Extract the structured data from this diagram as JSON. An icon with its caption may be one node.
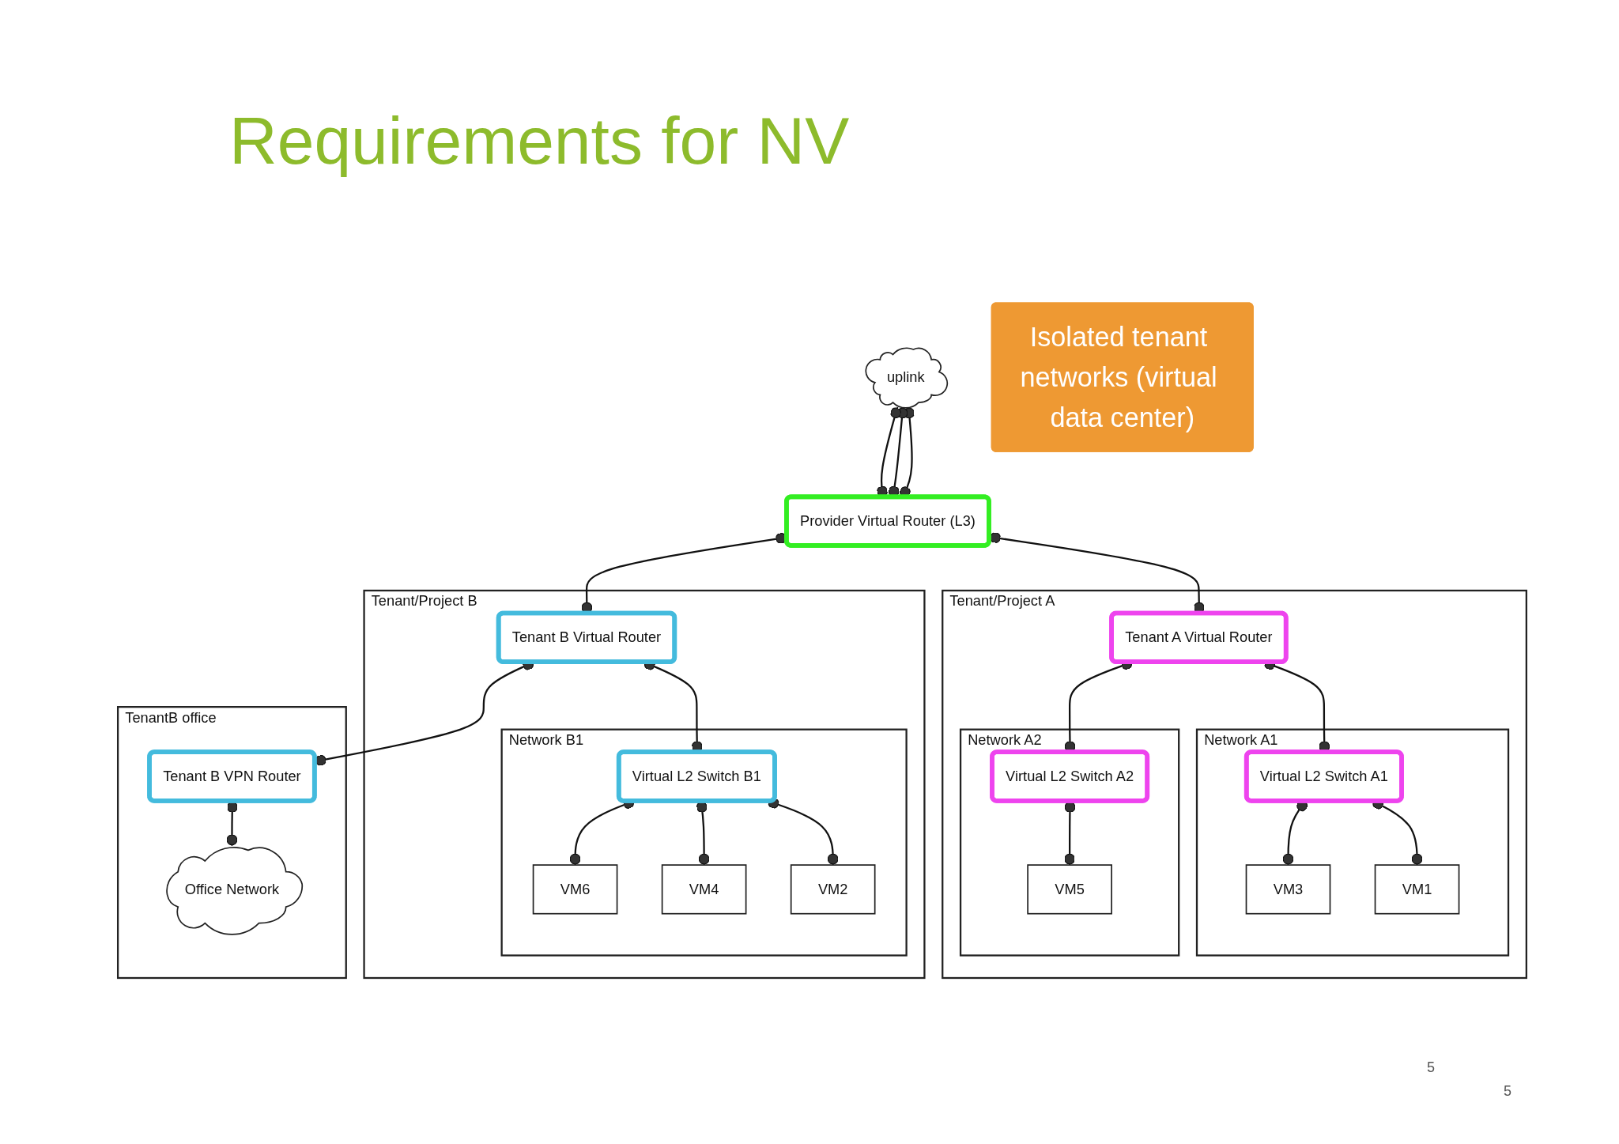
{
  "diagram": {
    "title": "Requirements for NV",
    "nodes": [
      {
        "text": [
          "uplink"
        ]
      },
      {
        "text": [
          "Provider Virtual Router (L3)"
        ]
      },
      {
        "text": [
          "Isolated tenant networks (virtual data center)"
        ]
      },
      {
        "text": [
          "Tenant/Project A"
        ]
      },
      {
        "text": [
          "Tenant A Virtual Router"
        ],
        "in": 3
      },
      {
        "text": [
          "Network A1"
        ],
        "in": 3
      },
      {
        "text": [
          "Virtual L2 Switch A1"
        ],
        "in": 5
      },
      {
        "text": [
          "VM1"
        ],
        "in": 5
      },
      {
        "text": [
          "VM3"
        ],
        "in": 5
      },
      {
        "text": [
          "Network A2"
        ],
        "in": 3
      },
      {
        "text": [
          "Virtual L2 Switch A2"
        ],
        "in": 9
      },
      {
        "text": [
          "VM5"
        ],
        "in": 9
      },
      {
        "text": [
          "Tenant/Project B"
        ]
      },
      {
        "text": [
          "Tenant B Virtual Router"
        ],
        "in": 12
      },
      {
        "text": [
          "Network B1"
        ],
        "in": 12
      },
      {
        "text": [
          "Virtual L2 Switch B1"
        ],
        "in": 14
      },
      {
        "text": [
          "VM2"
        ],
        "in": 14
      },
      {
        "text": [
          "VM4"
        ],
        "in": 14
      },
      {
        "text": [
          "VM6"
        ],
        "in": 14
      },
      {
        "text": [
          "TenantB office"
        ]
      },
      {
        "text": [
          "Tenant B VPN Router"
        ],
        "in": 19
      },
      {
        "text": [
          "Office Network"
        ],
        "in": 19
      }
    ],
    "edges": [
      {
        "from": 0,
        "to": 1,
        "arrow": "other"
      },
      {
        "from": 0,
        "to": 1,
        "arrow": "other"
      },
      {
        "from": 0,
        "to": 1,
        "arrow": "other"
      },
      {
        "from": 1,
        "to": 4,
        "arrow": "other"
      },
      {
        "from": 1,
        "to": 13,
        "arrow": "other"
      },
      {
        "from": 4,
        "to": 6,
        "arrow": "other"
      },
      {
        "from": 4,
        "to": 10,
        "arrow": "other"
      },
      {
        "from": 6,
        "to": 7,
        "arrow": "other"
      },
      {
        "from": 6,
        "to": 8,
        "arrow": "other"
      },
      {
        "from": 10,
        "to": 11,
        "arrow": "other"
      },
      {
        "from": 13,
        "to": 15,
        "arrow": "other"
      },
      {
        "from": 15,
        "to": 16,
        "arrow": "other"
      },
      {
        "from": 15,
        "to": 17,
        "arrow": "other"
      },
      {
        "from": 15,
        "to": 18,
        "arrow": "other"
      },
      {
        "from": 13,
        "to": 20,
        "arrow": "other"
      },
      {
        "from": 20,
        "to": 21,
        "arrow": "other"
      }
    ],
    "labels": [
      "5",
      "5"
    ]
  }
}
